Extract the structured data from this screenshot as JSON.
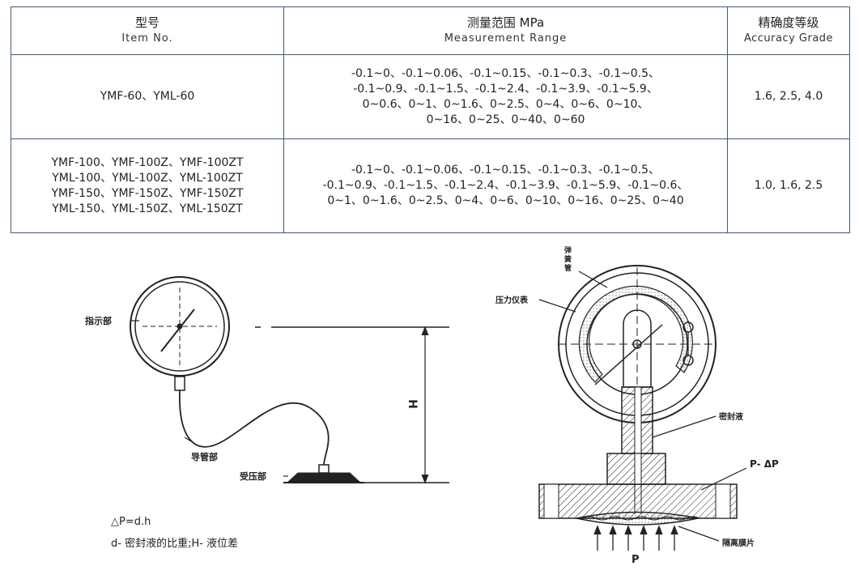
{
  "table": {
    "headers": [
      {
        "zh": "型号",
        "en": "Item No."
      },
      {
        "zh": "测量范围 MPa",
        "en": "Measurement Range"
      },
      {
        "zh": "精确度等级",
        "en": "Accuracy Grade"
      }
    ],
    "rows": [
      {
        "item": [
          "YMF-60、YML-60"
        ],
        "range": [
          "-0.1~0、-0.1~0.06、-0.1~0.15、-0.1~0.3、-0.1~0.5、",
          "-0.1~0.9、-0.1~1.5、-0.1~2.4、-0.1~3.9、-0.1~5.9、",
          "0~0.6、0~1、0~1.6、0~2.5、0~4、0~6、0~10、",
          "0~16、0~25、0~40、0~60"
        ],
        "grade": "1.6, 2.5, 4.0"
      },
      {
        "item": [
          "YMF-100、YMF-100Z、YMF-100ZT",
          "YML-100、YML-100Z、YML-100ZT",
          "YMF-150、YMF-150Z、YMF-150ZT",
          "YML-150、YML-150Z、YML-150ZT"
        ],
        "range": [
          "-0.1~0、-0.1~0.06、-0.1~0.15、-0.1~0.3、-0.1~0.5、",
          "-0.1~0.9、-0.1~1.5、-0.1~2.4、-0.1~3.9、-0.1~5.9、-0.1~0.6、",
          "0~1、0~1.6、0~2.5、0~4、0~6、0~10、0~16、0~25、0~40"
        ],
        "grade": "1.0, 1.6, 2.5"
      }
    ]
  },
  "left_diagram": {
    "label_indicator": "指示部",
    "label_capillary": "导管部",
    "label_sensor": "受压部",
    "label_h": "H",
    "formula": "△P=d.h",
    "legend": "d- 密封液的比重;H- 液位差"
  },
  "right_diagram": {
    "label_tube": "弹簧管",
    "label_gauge": "压力仪表",
    "label_fluid": "密封液",
    "label_pdp": "P- ΔP",
    "label_diaphragm": "隔离膜片",
    "label_p": "P"
  }
}
